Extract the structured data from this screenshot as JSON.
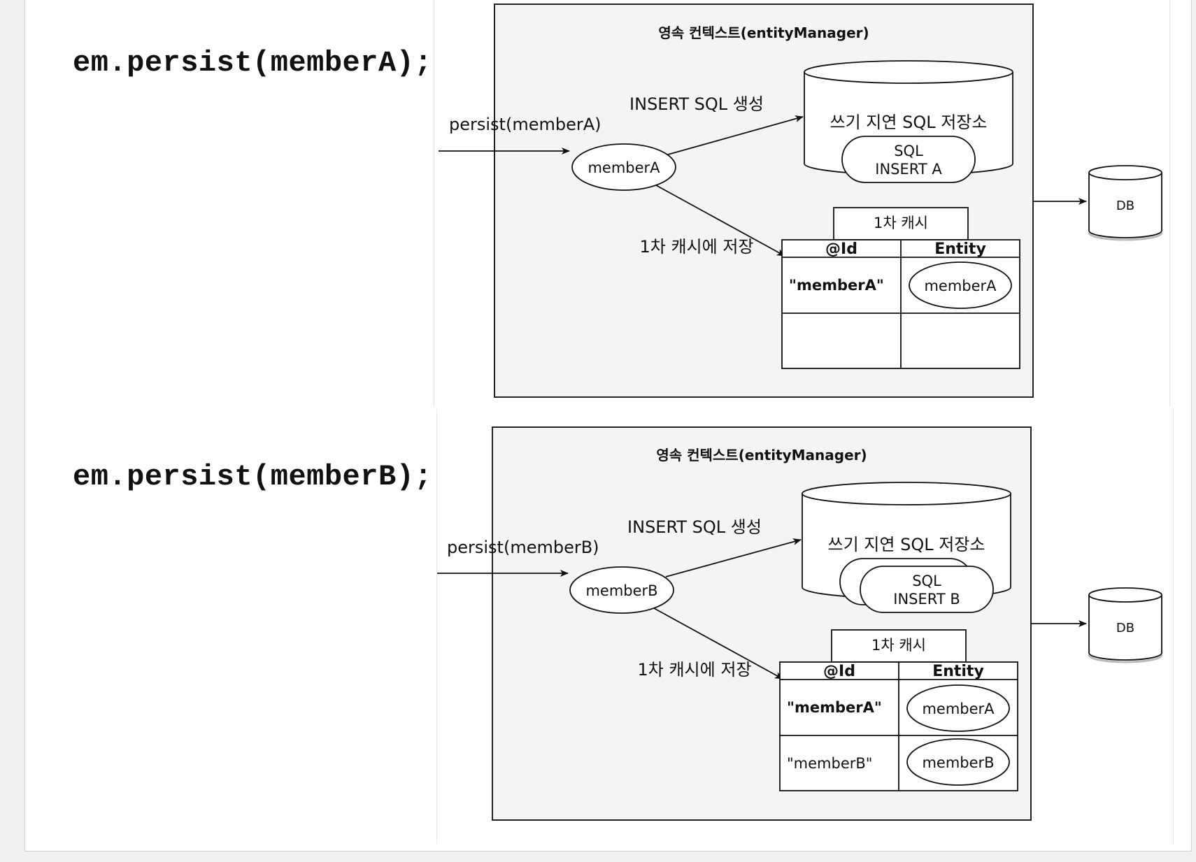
{
  "page": {
    "code_a": "em.persist(memberA);",
    "code_b": "em.persist(memberB);"
  },
  "diagram_a": {
    "context_title": "영속 컨텍스트(entityManager)",
    "persist_label": "persist(memberA)",
    "entity_node": "memberA",
    "insert_sql_label": "INSERT SQL 생성",
    "store_label": "쓰기 지연 SQL 저장소",
    "sql_line1": "SQL",
    "sql_line2": "INSERT A",
    "cache_save_label": "1차 캐시에 저장",
    "cache_tab": "1차 캐시",
    "col_id": "@Id",
    "col_entity": "Entity",
    "row1_id": "\"memberA\"",
    "row1_entity": "memberA",
    "db_label": "DB"
  },
  "diagram_b": {
    "context_title": "영속 컨텍스트(entityManager)",
    "persist_label": "persist(memberB)",
    "entity_node": "memberB",
    "insert_sql_label": "INSERT SQL 생성",
    "store_label": "쓰기 지연 SQL 저장소",
    "sql_line1": "SQL",
    "sql_line2": "INSERT B",
    "cache_save_label": "1차 캐시에 저장",
    "cache_tab": "1차 캐시",
    "col_id": "@Id",
    "col_entity": "Entity",
    "row1_id": "\"memberA\"",
    "row1_entity": "memberA",
    "row2_id": "\"memberB\"",
    "row2_entity": "memberB",
    "db_label": "DB"
  }
}
